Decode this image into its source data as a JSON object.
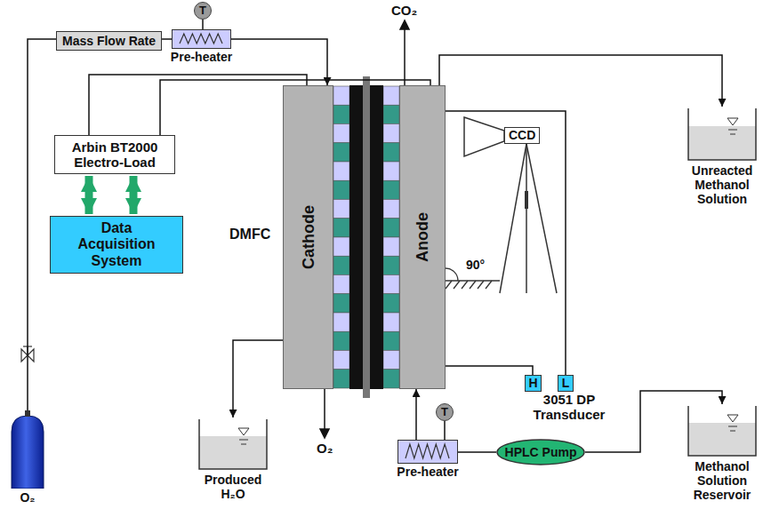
{
  "diagram": {
    "nodes": [
      {
        "text": [
          "Mass Flow Rate"
        ]
      },
      {
        "text": [
          "T"
        ]
      },
      {
        "text": [
          "Pre-heater"
        ]
      },
      {
        "text": [
          "Arbin BT2000 Electro-Load"
        ]
      },
      {
        "text": [
          "Data Acquisition System"
        ]
      },
      {
        "text": [
          "Cathode"
        ]
      },
      {
        "text": [
          "Anode"
        ]
      },
      {
        "text": [
          "CCD"
        ]
      },
      {
        "text": [
          "Unreacted Methanol Solution"
        ]
      },
      {
        "text": [
          "3051 DP Transducer"
        ]
      },
      {
        "text": [
          "H"
        ],
        "in": 9
      },
      {
        "text": [
          "L"
        ],
        "in": 9
      },
      {
        "text": [
          "Produced H₂O"
        ]
      },
      {
        "text": [
          "O₂"
        ]
      },
      {
        "text": [
          "HPLC Pump"
        ]
      },
      {
        "text": [
          "T"
        ]
      },
      {
        "text": [
          "Pre-heater"
        ]
      },
      {
        "text": [
          "Methanol Solution Reservoir"
        ]
      }
    ],
    "edges": [
      {
        "from": 13,
        "to": 0,
        "arrow": "none"
      },
      {
        "from": 0,
        "to": 2,
        "arrow": "none"
      },
      {
        "from": 1,
        "to": 2,
        "arrow": "none"
      },
      {
        "from": 2,
        "to": 5,
        "arrow": "to"
      },
      {
        "from": 3,
        "to": 5,
        "arrow": "none"
      },
      {
        "from": 3,
        "to": 6,
        "arrow": "none"
      },
      {
        "from": 3,
        "to": 4,
        "arrow": "both"
      },
      {
        "from": 3,
        "to": 4,
        "arrow": "both"
      },
      {
        "from": 6,
        "to": 8,
        "arrow": "to"
      },
      {
        "from": 6,
        "to": 10,
        "arrow": "none"
      },
      {
        "from": 6,
        "to": 11,
        "arrow": "none"
      },
      {
        "from": 5,
        "to": 12,
        "arrow": "to"
      },
      {
        "from": 14,
        "to": 17,
        "arrow": "to"
      },
      {
        "from": 14,
        "to": 16,
        "arrow": "none"
      },
      {
        "from": 15,
        "to": 16,
        "arrow": "none"
      },
      {
        "from": 16,
        "to": 6,
        "arrow": "to"
      }
    ],
    "labels": [
      "CO₂",
      "O₂",
      "DMFC",
      "90°"
    ]
  }
}
